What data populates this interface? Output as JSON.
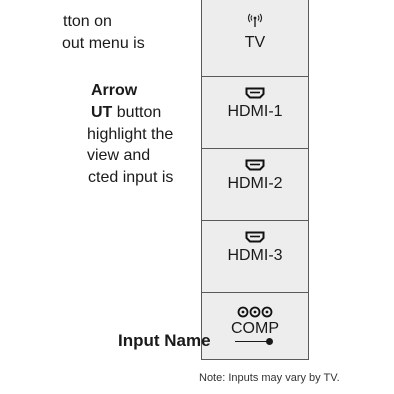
{
  "instructions": {
    "line1": "tton on",
    "line2": "out menu is",
    "line3": "Arrow",
    "line4_bold": "UT",
    "line4_rest": " button",
    "line5": "highlight the",
    "line6": "view and",
    "line7": "cted input is"
  },
  "input_menu": {
    "items": [
      {
        "label": "TV",
        "icon": "antenna-icon"
      },
      {
        "label": "HDMI-1",
        "icon": "hdmi-icon"
      },
      {
        "label": "HDMI-2",
        "icon": "hdmi-icon"
      },
      {
        "label": "HDMI-3",
        "icon": "hdmi-icon"
      },
      {
        "label": "COMP",
        "icon": "component-icon"
      }
    ]
  },
  "callout": {
    "label": "Input Name"
  },
  "note": "Note: Inputs may vary by TV."
}
